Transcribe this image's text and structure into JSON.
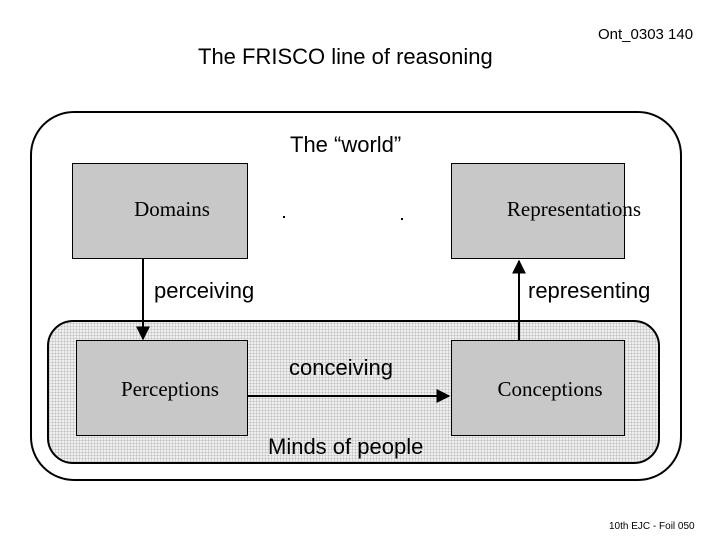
{
  "slide": {
    "title": "The FRISCO line of reasoning",
    "foil_id": "Ont_0303 140",
    "footer": "10th EJC - Foil 050"
  },
  "diagram": {
    "world_label": "The “world”",
    "minds_label": "Minds of people",
    "nodes": {
      "domains": "Domains",
      "representations": "Representations",
      "perceptions": "Perceptions",
      "conceptions": "Conceptions"
    },
    "edges": {
      "perceiving": "perceiving",
      "conceiving": "conceiving",
      "representing": "representing"
    }
  }
}
